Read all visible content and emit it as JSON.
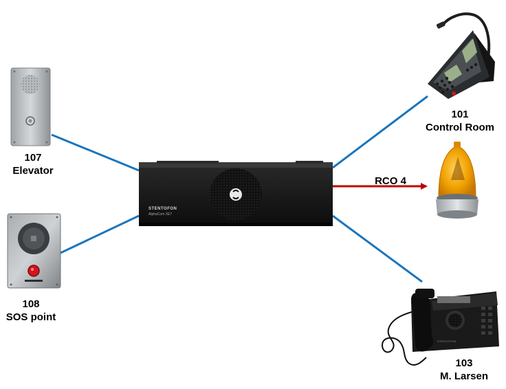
{
  "central_unit": {
    "brand": "STENTOFON",
    "model": "AlphaCom XE7"
  },
  "devices": [
    {
      "number": "107",
      "name": "Elevator"
    },
    {
      "number": "108",
      "name": "SOS point"
    },
    {
      "number": "101",
      "name": "Control Room"
    },
    {
      "number": "103",
      "name": "M. Larsen"
    }
  ],
  "connections": {
    "relay_label": "RCO 4",
    "line_color": "#1b75bc",
    "relay_color": "#c00000"
  },
  "desk_phone": {
    "brand": "STENTOFON"
  }
}
